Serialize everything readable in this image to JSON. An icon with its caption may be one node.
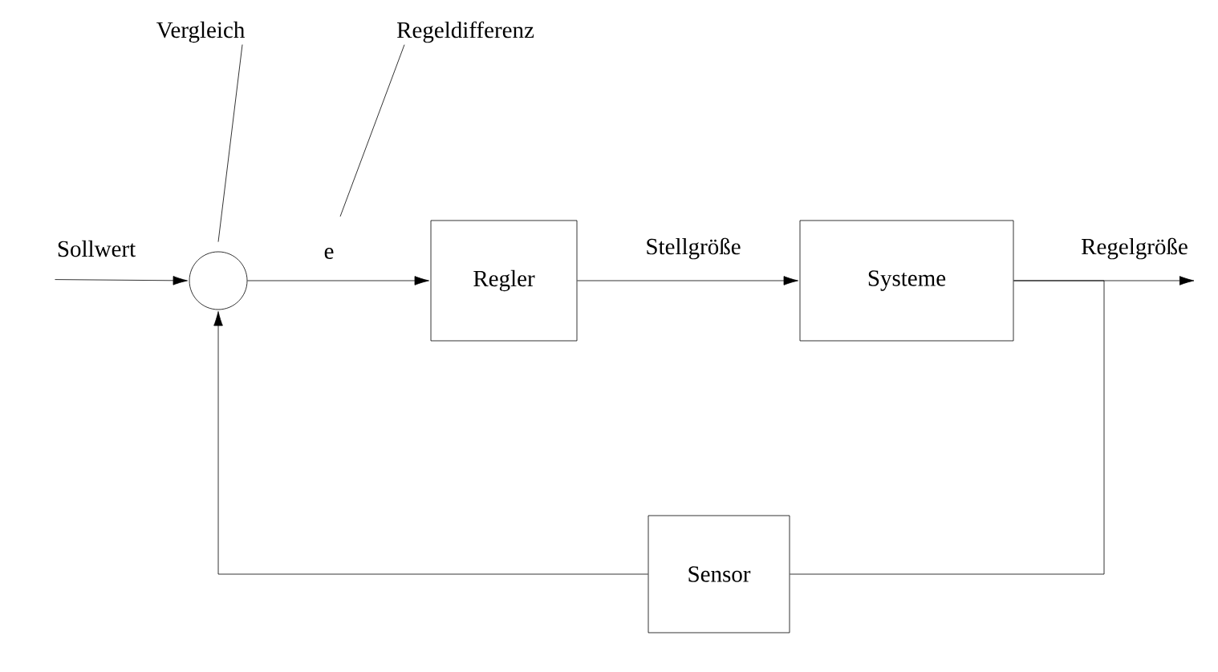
{
  "diagram": {
    "nodes": [
      {
        "text": [
          "Sollwert"
        ]
      },
      {
        "text": [],
        "shape": "circle"
      },
      {
        "text": [
          "Regler"
        ]
      },
      {
        "text": [
          "Systeme"
        ]
      },
      {
        "text": [
          "Sensor"
        ]
      },
      {
        "text": [
          "Vergleich"
        ]
      },
      {
        "text": [
          "Regeldifferenz"
        ]
      }
    ],
    "edges": [
      {
        "from": 0,
        "to": 1,
        "arrow": "to"
      },
      {
        "from": 1,
        "to": 2,
        "arrow": "to",
        "label": "e"
      },
      {
        "from": 2,
        "to": 3,
        "arrow": "to",
        "label": "Stellgröße"
      },
      {
        "from": 3,
        "to": null,
        "arrow": "to",
        "label": "Regelgröße"
      },
      {
        "from": 3,
        "to": 4,
        "arrow": "none"
      },
      {
        "from": 4,
        "to": 1,
        "arrow": "to"
      },
      {
        "from": 5,
        "to": 1,
        "arrow": "none"
      },
      {
        "from": 6,
        "to": null,
        "arrow": "none"
      }
    ]
  }
}
